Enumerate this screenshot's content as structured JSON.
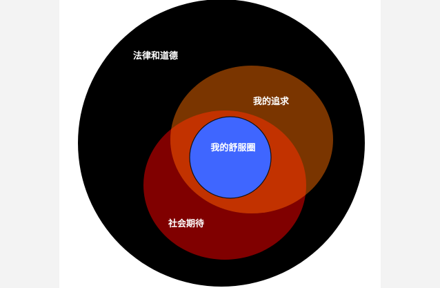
{
  "diagram": {
    "labels": {
      "outer": "法律和道德",
      "pursuit": "我的追求",
      "comfort": "我的舒服圈",
      "social": "社会期待"
    },
    "colors": {
      "outer": "#000000",
      "social": "#800000",
      "pursuit": "#7a3500",
      "overlap": "#c23200",
      "comfort": "#3f66ff",
      "side_panel": "#f3f3f3"
    }
  }
}
